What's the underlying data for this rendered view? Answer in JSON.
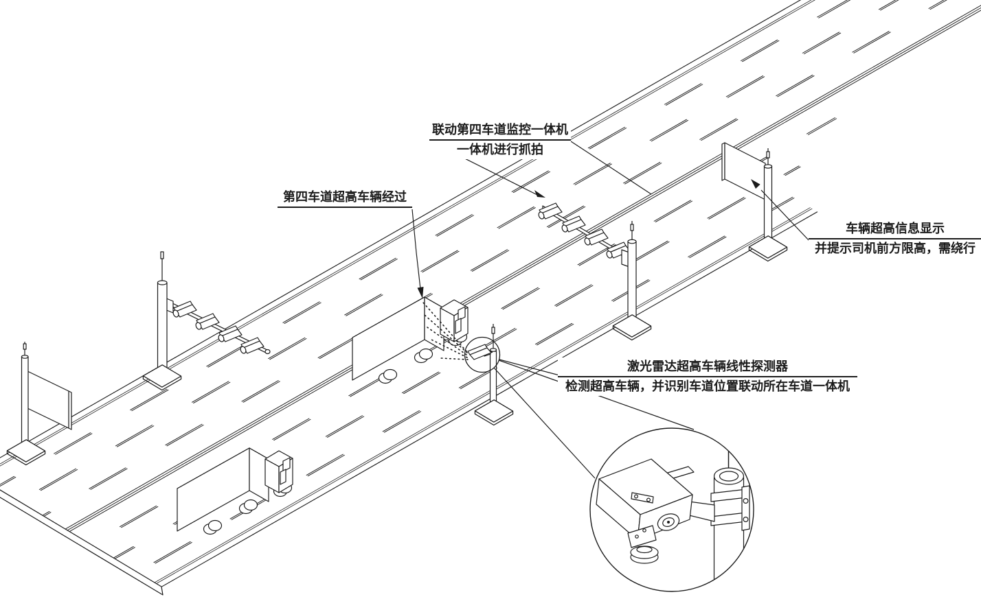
{
  "figure": {
    "type": "isometric-technical-diagram",
    "subject": "highway over-height vehicle laser detection and linked lane camera system",
    "colors": {
      "ink": "#1b1b1b",
      "paper": "#ffffff"
    },
    "road": {
      "lanes_per_direction": 4,
      "carriageways": 2,
      "median": "double-rail barrier",
      "lane_marking": "dashed"
    }
  },
  "labels": {
    "linkage_camera": {
      "line1": "联动第四车道监控一体机",
      "line2": "一体机进行抓拍"
    },
    "overheight_pass": {
      "line1": "第四车道超高车辆经过"
    },
    "info_board": {
      "line1": "车辆超高信息显示",
      "line2": "并提示司机前方限高，需绕行"
    },
    "laser_detector": {
      "line1": "激光雷达超高车辆线性探测器",
      "line2": "检测超高车辆，并识别车道位置联动所在车道一体机"
    }
  }
}
